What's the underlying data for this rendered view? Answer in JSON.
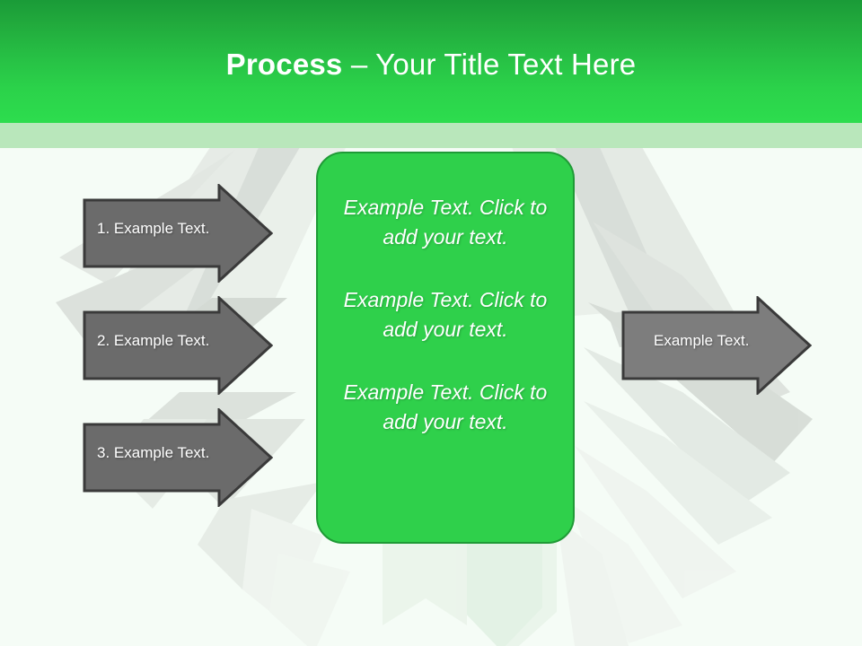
{
  "slide": {
    "title_strong": "Process ",
    "title_rest": "– Your Title Text Here",
    "background_color": "#f5fcf6",
    "header_top_color": "#1a9b38",
    "header_bottom_color": "#2ddd4e",
    "header_sub_band_color": "#b9e7bb"
  },
  "center_box": {
    "fill_color": "#2fd04b",
    "border_color": "#1f9a36",
    "paragraphs": [
      "Example Text. Click  to add your text.",
      "Example Text. Click  to add your text.",
      "Example Text. Click  to add your text."
    ]
  },
  "input_arrows": [
    {
      "label": "1. Example Text.",
      "fill_color": "#6b6b6b",
      "outline_color": "#3a3a3a"
    },
    {
      "label": "2. Example Text.",
      "fill_color": "#6b6b6b",
      "outline_color": "#3a3a3a"
    },
    {
      "label": "3. Example Text.",
      "fill_color": "#6b6b6b",
      "outline_color": "#3a3a3a"
    }
  ],
  "output_arrow": {
    "label": "Example Text.",
    "fill_color": "#7d7d7d",
    "outline_color": "#3a3a3a"
  }
}
